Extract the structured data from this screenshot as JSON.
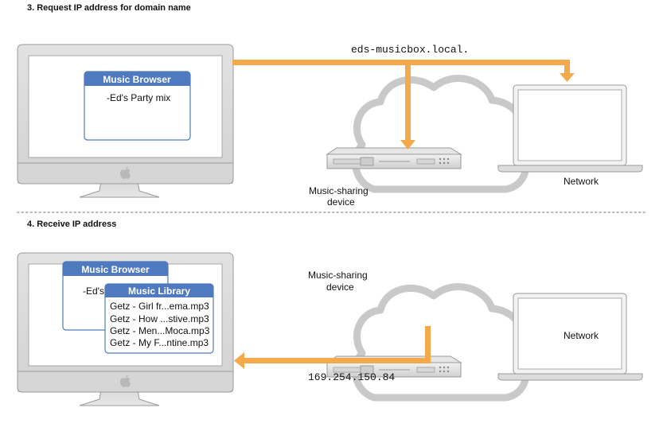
{
  "colors": {
    "arrow": "#f4a94a",
    "window_title": "#4f7ac0",
    "cloud": "#c9c9c9",
    "separator": "#bdbdbd"
  },
  "step3": {
    "heading": "3. Request IP address for domain name",
    "query": "eds-musicbox.local.",
    "browser_window": {
      "title": "Music Browser",
      "item": "-Ed's Party mix"
    },
    "device_label_line1": "Music-sharing",
    "device_label_line2": "device",
    "network_label": "Network",
    "icons": [
      "imac-icon",
      "cloud-icon",
      "server-icon",
      "laptop-icon",
      "apple-logo-icon"
    ]
  },
  "step4": {
    "heading": "4. Receive IP address",
    "ip_address": "169.254.150.84",
    "browser_window": {
      "title": "Music Browser",
      "item": "-Ed's"
    },
    "library_window": {
      "title": "Music Library",
      "tracks": [
        "Getz - Girl fr...ema.mp3",
        "Getz - How ...stive.mp3",
        "Getz - Men...Moca.mp3",
        "Getz - My F...ntine.mp3"
      ]
    },
    "device_label_line1": "Music-sharing",
    "device_label_line2": "device",
    "network_label": "Network"
  }
}
